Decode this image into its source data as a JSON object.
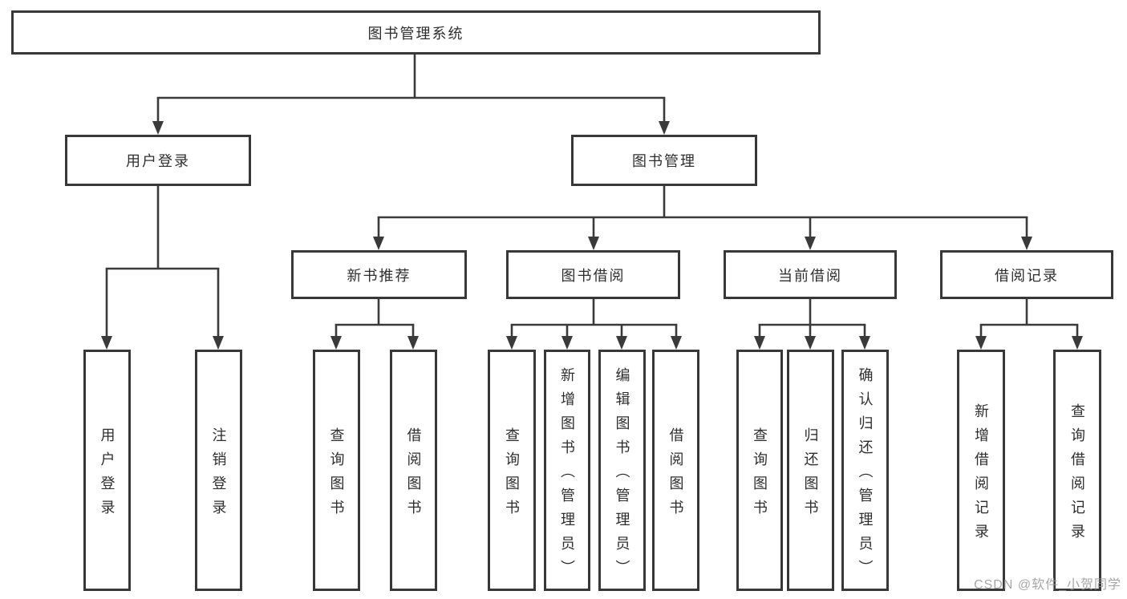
{
  "diagram": {
    "root": {
      "label": "图书管理系统"
    },
    "level2": [
      {
        "label": "用户登录"
      },
      {
        "label": "图书管理"
      }
    ],
    "level3": [
      {
        "label": "新书推荐"
      },
      {
        "label": "图书借阅"
      },
      {
        "label": "当前借阅"
      },
      {
        "label": "借阅记录"
      }
    ],
    "leaves": {
      "user": [
        "用户登录",
        "注销登录"
      ],
      "recommend": [
        "查询图书",
        "借阅图书"
      ],
      "borrow": [
        "查询图书",
        "新增图书（管理员）",
        "编辑图书（管理员）",
        "借阅图书"
      ],
      "current": [
        "查询图书",
        "归还图书",
        "确认归还（管理员）"
      ],
      "records": [
        "新增借阅记录",
        "查询借阅记录"
      ]
    }
  },
  "watermark": {
    "text": "CSDN @软件_小贺同学"
  },
  "colors": {
    "line": "#3a3a3a",
    "box_border": "#383838",
    "text": "#2e2e2e",
    "watermark": "#9b9b9b",
    "background": "#ffffff"
  }
}
